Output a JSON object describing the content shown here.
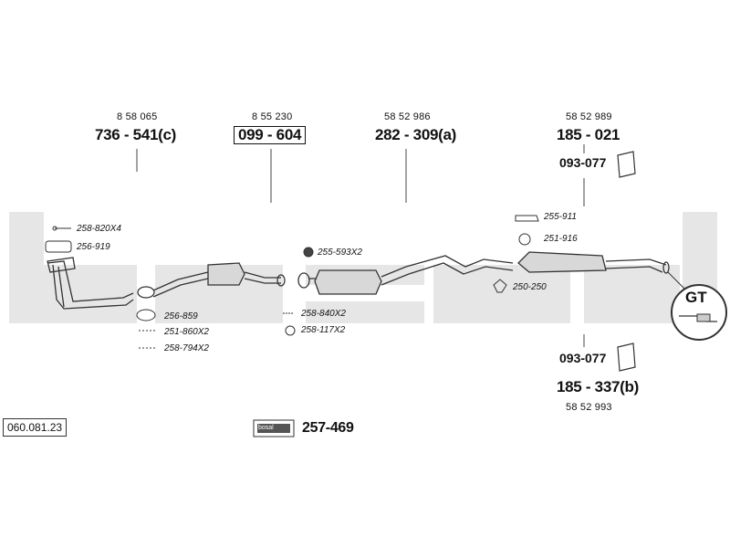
{
  "watermark": {
    "text": "bosal",
    "color": "#e4e4e4"
  },
  "diagram_code": "060.081.23",
  "kit": {
    "number": "257-469",
    "logo_text": "bosal"
  },
  "parts": {
    "front_pipe": {
      "oe": "8 58 065",
      "number": "736 - 541(c)"
    },
    "catalyst": {
      "oe": "8 55 230",
      "number": "099 - 604"
    },
    "middle": {
      "oe": "58 52 986",
      "number": "282 - 309(a)"
    },
    "rear_top": {
      "oe": "58 52 989",
      "number": "185 - 021",
      "mount": "093-077"
    },
    "rear_bottom": {
      "oe": "58 52 993",
      "number": "185 - 337(b)",
      "mount": "093-077"
    }
  },
  "accessories": {
    "a1": "258-820X4",
    "a2": "256-919",
    "a3": "256-859",
    "a4": "251-860X2",
    "a5": "258-794X2",
    "a6": "255-593X2",
    "a7": "258-840X2",
    "a8": "258-117X2",
    "a9": "255-911",
    "a10": "251-916",
    "a11": "250-250"
  },
  "callout": "GT"
}
